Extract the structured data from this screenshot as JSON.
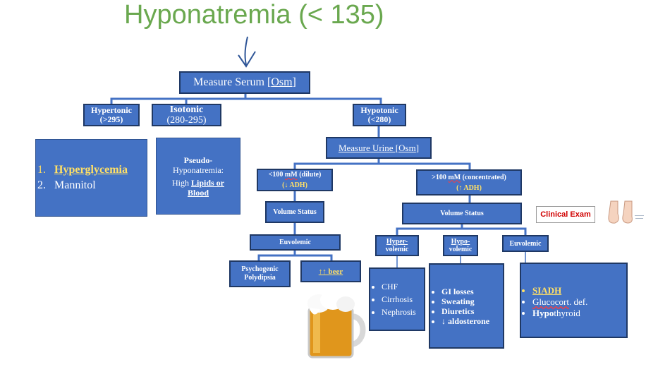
{
  "title": "Hyponatremia (< 135)",
  "root": {
    "pre": "Measure Serum [",
    "osm": "Osm",
    "post": "]"
  },
  "hypertonic": {
    "name": "Hypertonic",
    "range": "(>295)"
  },
  "isotonic": {
    "name": "Isotonic",
    "range": "(280-295)"
  },
  "hypotonic": {
    "name": "Hypotonic",
    "range": "(<280)"
  },
  "hypertonic_causes": [
    {
      "num": "1.",
      "text": "Hyperglycemia"
    },
    {
      "num": "2.",
      "text": "Mannitol"
    }
  ],
  "pseudo": {
    "line1": "Pseudo-",
    "line2": "Hyponatremia:",
    "line3_pre": "High ",
    "line3_bold": "Lipids or",
    "line4": "Blood"
  },
  "urine": {
    "pre": "Measure Urine [",
    "osm": "Osm",
    "post": "]"
  },
  "dilute": {
    "pre": "<100 ",
    "mm": "mM",
    "post": " (dilute)",
    "adh": "(↓ ADH)"
  },
  "concentrated": {
    "pre": ">100 ",
    "mm": "mM",
    "post": " (concentrated)",
    "adh": "(↑ ADH)"
  },
  "volume_status": "Volume Status",
  "euvolemic": "Euvolemic",
  "hypervolemic": {
    "line1": "Hyper-",
    "line2": "volemic"
  },
  "hypovolemic": {
    "line1": "Hypo-",
    "line2": "volemic"
  },
  "psychogenic": {
    "line1": "Psychogenic",
    "line2": "Polydipsia"
  },
  "beer": "↑↑ beer",
  "hyper_causes": [
    "CHF",
    "Cirrhosis",
    "Nephrosis"
  ],
  "hypo_causes": [
    "GI losses",
    "Sweating",
    "Diuretics",
    "↓ aldosterone"
  ],
  "euvol_causes": {
    "siadh": "SIADH",
    "glucocort_a": "Glucocort",
    "glucocort_b": ". def.",
    "hypo_bold": "Hypo",
    "hypo_rest": "thyroid"
  },
  "clinical_exam": "Clinical Exam",
  "colors": {
    "box": "#4472c4",
    "border": "#2f528f",
    "title": "#6aa84f",
    "highlight": "#ffe066",
    "clinical": "#d00000"
  }
}
